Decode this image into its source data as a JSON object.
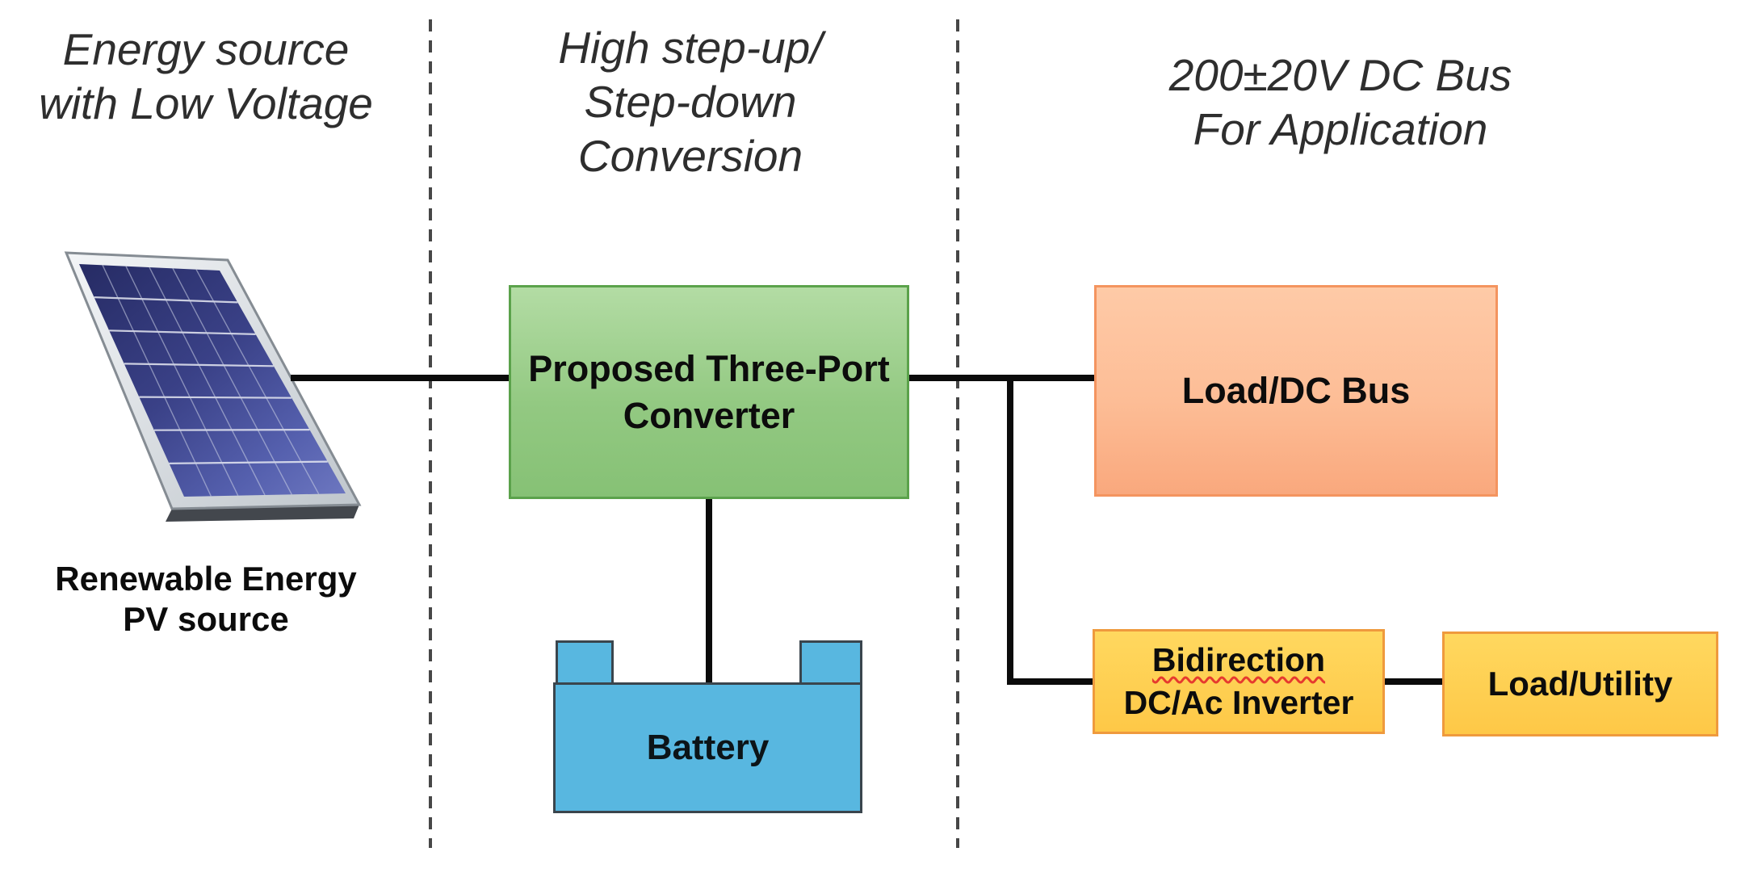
{
  "diagram": {
    "title_note": "Three-port converter system block diagram",
    "sections": [
      {
        "id": "energy-source",
        "header": [
          "Energy source",
          "with Low Voltage"
        ]
      },
      {
        "id": "conversion",
        "header": [
          "High step-up/",
          "Step-down",
          "Conversion"
        ]
      },
      {
        "id": "dc-bus",
        "header": [
          "200±20V DC Bus",
          "For Application"
        ]
      }
    ],
    "nodes": {
      "pv": {
        "image": "solar-pv-panel-photo",
        "label": [
          "Renewable Energy",
          "PV source"
        ]
      },
      "converter": {
        "label": [
          "Proposed Three-Port",
          "Converter"
        ],
        "fill": "#93c982",
        "border": "#5ba24b"
      },
      "battery": {
        "label": "Battery",
        "fill": "#58b7e0",
        "border": "#3a454d"
      },
      "load_dc_bus": {
        "label": "Load/DC Bus",
        "fill": "#fdbd96",
        "border": "#f4945f"
      },
      "inverter": {
        "label": [
          "Bidirection",
          "DC/Ac Inverter"
        ],
        "fill": "#fec847",
        "border": "#ef9a3d",
        "spellcheck_underline": "#e63a2e"
      },
      "load_utility": {
        "label": "Load/Utility",
        "fill": "#fec847",
        "border": "#ef9a3d"
      }
    },
    "connections": [
      "pv — converter",
      "converter — load_dc_bus",
      "converter — battery",
      "dc-bus-junction — inverter",
      "inverter — load_utility"
    ],
    "line_color": "#0b0b0b",
    "divider_style": "vertical dashed",
    "divider_color": "#474747"
  }
}
